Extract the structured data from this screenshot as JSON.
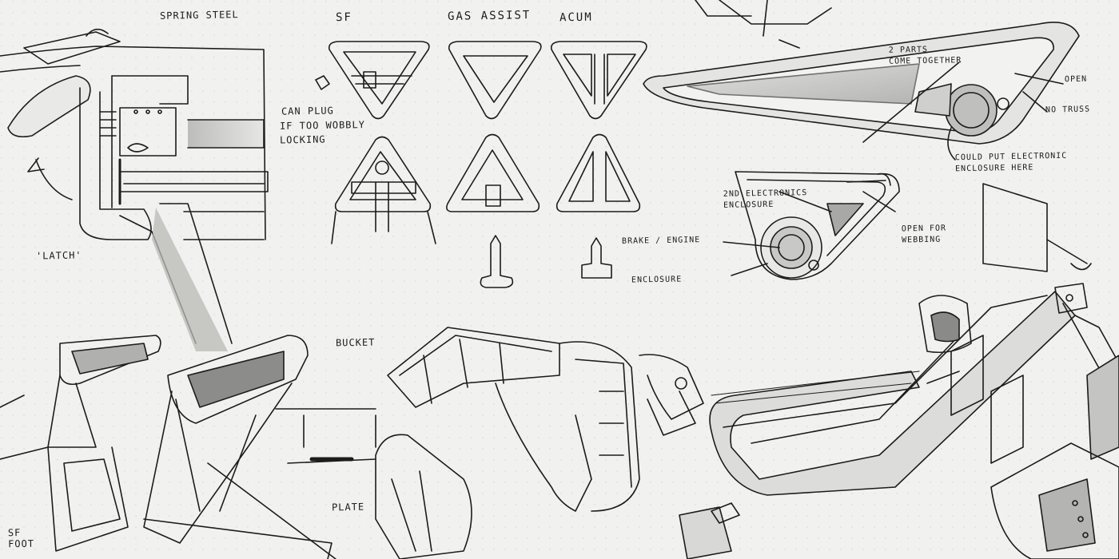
{
  "labels": {
    "spring_steel": "SPRING STEEL",
    "can_plug": "CAN PLUG",
    "if_too_wobbly": "IF TOO WOBBLY",
    "locking": "LOCKING",
    "latch": "'LATCH'",
    "sf": "SF",
    "gas_assist": "GAS ASSIST",
    "accum": "ACUM",
    "two_parts": "2 PARTS\nCOME TOGETHER",
    "open": "OPEN",
    "no_truss": "NO TRUSS",
    "could_put": "COULD PUT ELECTRONIC\nENCLOSURE HERE",
    "second_electronics": "2ND ELECTRONICS\nENCLOSURE",
    "open_for_webbing": "OPEN FOR\nWEBBING",
    "brake_engine": "BRAKE / ENGINE",
    "enclosure": "ENCLOSURE",
    "bucket": "BUCKET",
    "plate": "PLATE",
    "sf_foot": "SF\nFOOT"
  },
  "colors": {
    "paper": "#f1f1ef",
    "ink": "#1c1c1c",
    "shade": "#9a9a9a",
    "dot": "#cfcfcf"
  }
}
